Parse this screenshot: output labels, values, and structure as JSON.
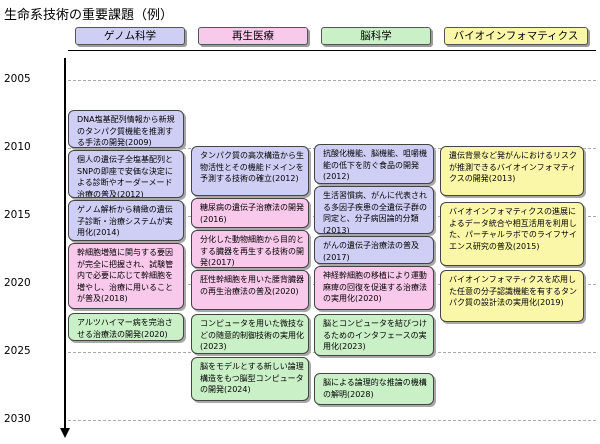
{
  "title": "生命系技術の重要課題（例）",
  "colors": {
    "bio": "#cfcff5",
    "regen": "#f9c9ec",
    "brain": "#c9f0c6",
    "info": "#fbf7a8"
  },
  "columns": [
    "ゲノム科学",
    "再生医療",
    "脳科学",
    "バイオインフォマティクス"
  ],
  "years": [
    "2005",
    "2010",
    "2015",
    "2020",
    "2025",
    "2030"
  ],
  "col1": [
    "DNA塩基配列情報から新規のタンパク質機能を推測する手法の開発(2009)",
    "個人の遺伝子全塩基配列とSNPの即座で安価な決定による診断やオーダーメード治療の普及(2012)",
    "ゲノム解析から精緻の遺伝子診断・治療システムが実用化(2014)",
    "幹細胞増殖に関与する要因が完全に把握され、試験管内で必要に応じて幹細胞を増やし、治療に用いることが普及(2018)",
    "アルツハイマー病を完治させる治療法の開発(2020)"
  ],
  "col2": [
    "タンパク質の高次構造から生物活性とその機能ドメインを予測する技術の確立(2012)",
    "糖尿病の遺伝子治療法の開発(2016)",
    "分化した動物細胞から目的とする臓器を再生する技術の開発(2017)",
    "胚性幹細胞を用いた腰背臓器の再生治療法の普及(2020)",
    "コンピュータを用いた微技などの随意的制御技術の実用化(2023)",
    "脳をモデルとする新しい論理構造をもつ脳型コンピュータの開発(2024)"
  ],
  "col3": [
    "抗酸化機能、脳機能、咀嚼機能の低下を防ぐ食品の開発(2012)",
    "生活習慣病、がんに代表される多因子疾患の全遺伝子群の同定と、分子病因論的分類(2013)",
    "がんの遺伝子治療法の普及(2017)",
    "神経幹細胞の移植により運動麻痺の回復を促進する治療法の実用化(2020)",
    "脳とコンピュータを結びつけるためのインタフェースの実用化(2023)",
    "脳による論理的な推論の機構の解明(2028)"
  ],
  "col4": [
    "遺伝背景など発がんにおけるリスクが推測できるバイオインフォマティクスの開発(2013)",
    "バイオインフォマティクスの進展によるデータ統合や相互活用を利用した、パーチャルラボでのライフサイエンス研究の普及(2015)",
    "バイオインフォマティクスを応用した任意の分子認識機能を有するタンパク質の設計法の実用化(2019)"
  ]
}
